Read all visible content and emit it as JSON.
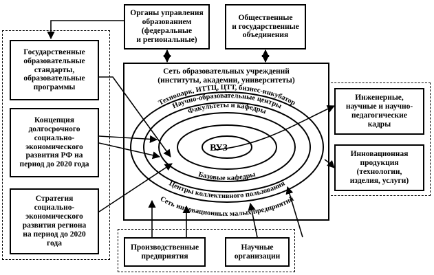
{
  "top": {
    "authorities": "Органы управления\nобразованием\n(федеральные\nи региональные)",
    "public_associations": "Общественные\nи государственные\nобъединения"
  },
  "left": {
    "standards": "Государственные\nобразовательные\nстандарты,\nобразовательные\nпрограммы",
    "concept": "Концепция\nдолгосрочного\nсоциально-\nэкономического\nразвития РФ на\nпериод до 2020 года",
    "strategy": "Стратегия\nсоциально-\nэкономического\nразвития региона\nна период до 2020\nгода"
  },
  "right": {
    "personnel": "Инженерные,\nнаучные и научно-\nпедагогические\nкадры",
    "innovation": "Инновационная\nпродукция\n(технологии,\nизделия, услуги)"
  },
  "bottom": {
    "enterprises": "Производственные\nпредприятия",
    "research": "Научные\nорганизации"
  },
  "center": {
    "network_line1": "Сеть образовательных учреждений",
    "network_line2": "(институты, академии, университеты)",
    "vuz": "ВУЗ"
  },
  "rings": {
    "technopark": "Технопарк, ИТТЦ, ЦТТ, бизнес-инкубатор",
    "research_centers": "Научно-образовательные центры",
    "faculties": "Факультеты и кафедры",
    "base_departments": "Базовые кафедры",
    "shared_centers": "Центры коллективного пользования",
    "small_enterprises": "Сеть инновационных малых предприятий"
  },
  "colors": {
    "line": "#000000",
    "background": "#ffffff"
  }
}
